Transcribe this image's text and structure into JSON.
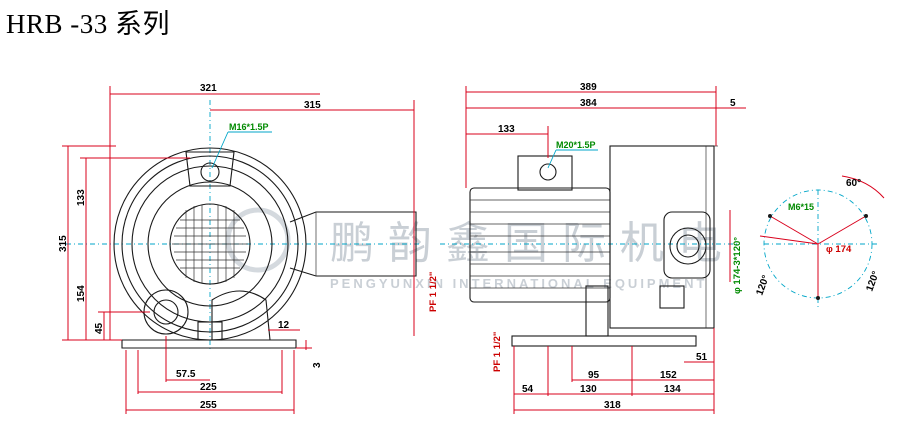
{
  "title": "HRB -33 系列",
  "watermark": {
    "cn": "鹏 韵 鑫 国 际 机 电",
    "en": "PENGYUNXIN INTERNATIONAL EQUIPMENT"
  },
  "left_view": {
    "dims": {
      "top_overall": "321",
      "top_right": "315",
      "height_overall": "315",
      "upper_height": "133",
      "lower_height": "154",
      "bolt_height": "45",
      "foot_offset": "12",
      "foot_thickness": "3",
      "bottom_half": "57.5",
      "bottom_mid": "225",
      "bottom_overall": "255"
    },
    "port_label": "M16*1.5P",
    "thread_label": "PF 1 1/2\""
  },
  "side_view": {
    "dims": {
      "top_overall": "389",
      "top_body": "384",
      "top_gap": "5",
      "upper_left": "133",
      "foot_1": "95",
      "foot_2": "152",
      "right_offset": "51",
      "base_left": "54",
      "base_mid": "130",
      "base_right": "134",
      "base_overall": "318"
    },
    "port_label": "M20*1.5P",
    "thread_label": "PF 1 1/2\""
  },
  "flange_view": {
    "pcd_label": "φ 174-3*120°",
    "bolt_label": "M6*15",
    "diameter_label": "φ 174",
    "angle_top": "60°",
    "angle_left": "120°",
    "angle_right": "120°"
  },
  "colors": {
    "dimension": "#d9001b",
    "outline": "#1a1a1a",
    "centerline": "#00a6c8",
    "label": "#008a00"
  }
}
